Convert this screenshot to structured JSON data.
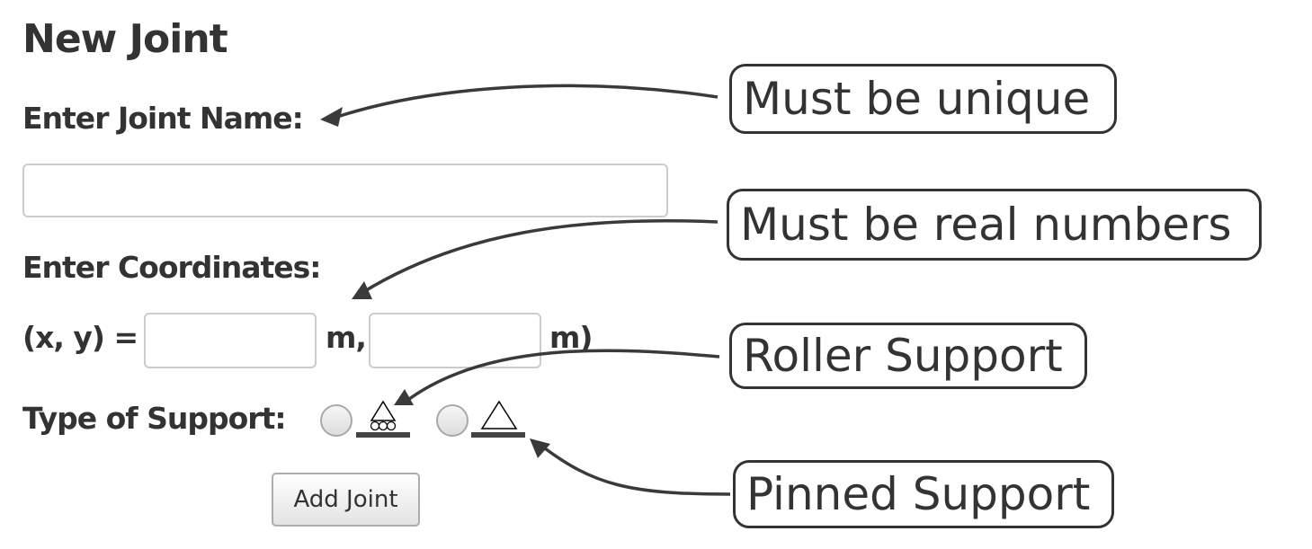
{
  "form": {
    "title": "New Joint",
    "joint_name_label": "Enter Joint Name:",
    "joint_name_value": "",
    "coordinates_label": "Enter Coordinates:",
    "coord_prefix": "(x, y) = (",
    "x_value": "",
    "unit_x": "m,",
    "y_value": "",
    "unit_y": "m)",
    "support_label": "Type of Support:",
    "support_options": [
      "roller-support-icon",
      "pinned-support-icon"
    ],
    "add_button_label": "Add Joint"
  },
  "annotations": {
    "name_note": "Must be unique",
    "coords_note": "Must be real numbers",
    "roller_note": "Roller Support",
    "pinned_note": "Pinned Support"
  }
}
